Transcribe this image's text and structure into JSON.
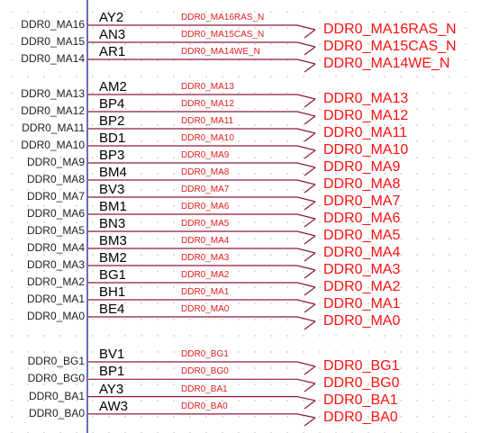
{
  "groups": [
    {
      "id": "ma-high",
      "pins": [
        {
          "name": "DDR0_MA16",
          "pin": "AY2",
          "net": "DDR0_MA16RAS_N"
        },
        {
          "name": "DDR0_MA15",
          "pin": "AN3",
          "net": "DDR0_MA15CAS_N"
        },
        {
          "name": "DDR0_MA14",
          "pin": "AR1",
          "net": "DDR0_MA14WE_N"
        }
      ],
      "ports": [
        "DDR0_MA16RAS_N",
        "DDR0_MA15CAS_N",
        "DDR0_MA14WE_N"
      ]
    },
    {
      "id": "ma-low",
      "pins": [
        {
          "name": "DDR0_MA13",
          "pin": "AM2",
          "net": "DDR0_MA13"
        },
        {
          "name": "DDR0_MA12",
          "pin": "BP4",
          "net": "DDR0_MA12"
        },
        {
          "name": "DDR0_MA11",
          "pin": "BP2",
          "net": "DDR0_MA11"
        },
        {
          "name": "DDR0_MA10",
          "pin": "BD1",
          "net": "DDR0_MA10"
        },
        {
          "name": "DDR0_MA9",
          "pin": "BP3",
          "net": "DDR0_MA9"
        },
        {
          "name": "DDR0_MA8",
          "pin": "BM4",
          "net": "DDR0_MA8"
        },
        {
          "name": "DDR0_MA7",
          "pin": "BV3",
          "net": "DDR0_MA7"
        },
        {
          "name": "DDR0_MA6",
          "pin": "BM1",
          "net": "DDR0_MA6"
        },
        {
          "name": "DDR0_MA5",
          "pin": "BN3",
          "net": "DDR0_MA5"
        },
        {
          "name": "DDR0_MA4",
          "pin": "BM3",
          "net": "DDR0_MA4"
        },
        {
          "name": "DDR0_MA3",
          "pin": "BM2",
          "net": "DDR0_MA3"
        },
        {
          "name": "DDR0_MA2",
          "pin": "BG1",
          "net": "DDR0_MA2"
        },
        {
          "name": "DDR0_MA1",
          "pin": "BH1",
          "net": "DDR0_MA1"
        },
        {
          "name": "DDR0_MA0",
          "pin": "BE4",
          "net": "DDR0_MA0"
        }
      ],
      "ports": [
        "DDR0_MA13",
        "DDR0_MA12",
        "DDR0_MA11",
        "DDR0_MA10",
        "DDR0_MA9",
        "DDR0_MA8",
        "DDR0_MA7",
        "DDR0_MA6",
        "DDR0_MA5",
        "DDR0_MA4",
        "DDR0_MA3",
        "DDR0_MA2",
        "DDR0_MA1",
        "DDR0_MA0"
      ]
    },
    {
      "id": "bank",
      "pins": [
        {
          "name": "DDR0_BG1",
          "pin": "BV1",
          "net": "DDR0_BG1"
        },
        {
          "name": "DDR0_BG0",
          "pin": "BP1",
          "net": "DDR0_BG0"
        },
        {
          "name": "DDR0_BA1",
          "pin": "AY3",
          "net": "DDR0_BA1"
        },
        {
          "name": "DDR0_BA0",
          "pin": "AW3",
          "net": "DDR0_BA0"
        }
      ],
      "ports": [
        "DDR0_BG1",
        "DDR0_BG0",
        "DDR0_BA1",
        "DDR0_BA0"
      ]
    }
  ],
  "colors": {
    "wire": "#8b1a3c",
    "body_edge": "#3a3aa0",
    "net_label": "#e02020",
    "port_label": "#ff1010"
  }
}
